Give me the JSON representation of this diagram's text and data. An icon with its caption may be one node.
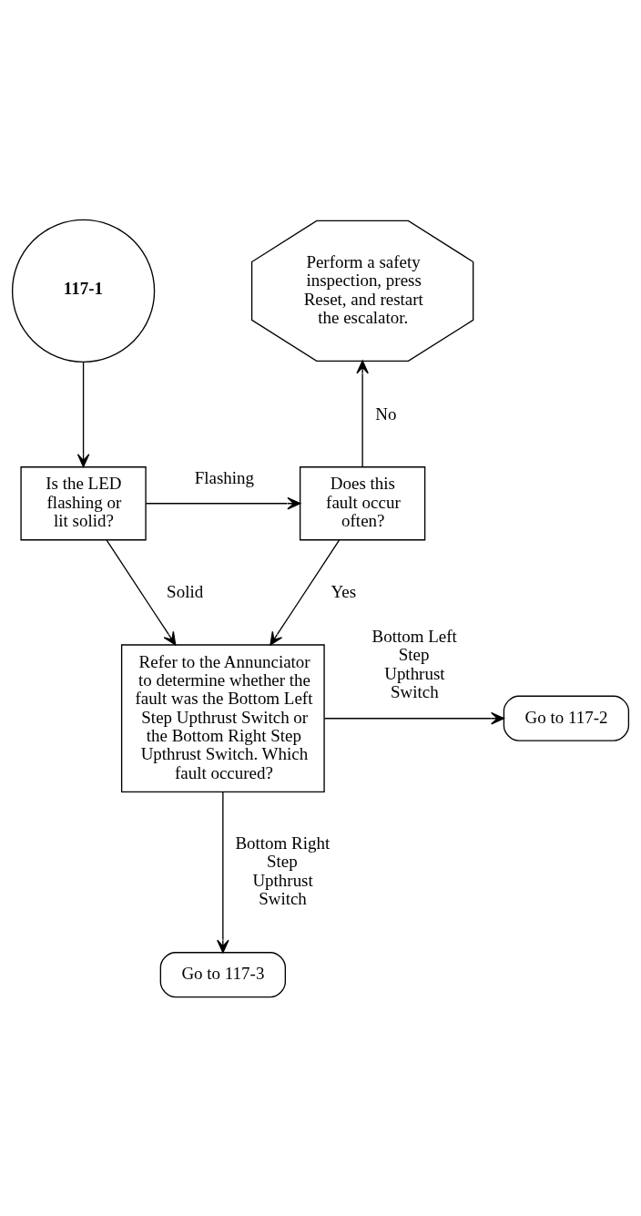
{
  "diagram": {
    "nodes": [
      {
        "text": [
          "117-1"
        ]
      },
      {
        "text": [
          "Perform a safety inspection, press Reset, and restart the escalator."
        ]
      },
      {
        "text": [
          "Is the LED flashing or lit solid?"
        ]
      },
      {
        "text": [
          "Does this fault occur often?"
        ]
      },
      {
        "text": [
          "Refer to the Annunciator to determine whether the fault was the Bottom Left Step Upthrust Switch or the Bottom Right Step Upthrust Switch. Which fault occured?"
        ]
      },
      {
        "text": [
          "Go to 117-2"
        ]
      },
      {
        "text": [
          "Go to 117-3"
        ]
      }
    ],
    "edges": [
      {
        "from": 0,
        "to": 2,
        "arrow": "to"
      },
      {
        "from": 2,
        "to": 3,
        "arrow": "to",
        "label": "Flashing"
      },
      {
        "from": 3,
        "to": 1,
        "arrow": "to",
        "label": "No"
      },
      {
        "from": 3,
        "to": 4,
        "arrow": "to",
        "label": "Yes"
      },
      {
        "from": 2,
        "to": 4,
        "arrow": "to",
        "label": "Solid"
      },
      {
        "from": 4,
        "to": 5,
        "arrow": "to",
        "label": "Bottom Left Step Upthrust Switch"
      },
      {
        "from": 4,
        "to": 6,
        "arrow": "to",
        "label": "Bottom Right Step Upthrust Switch"
      }
    ]
  }
}
